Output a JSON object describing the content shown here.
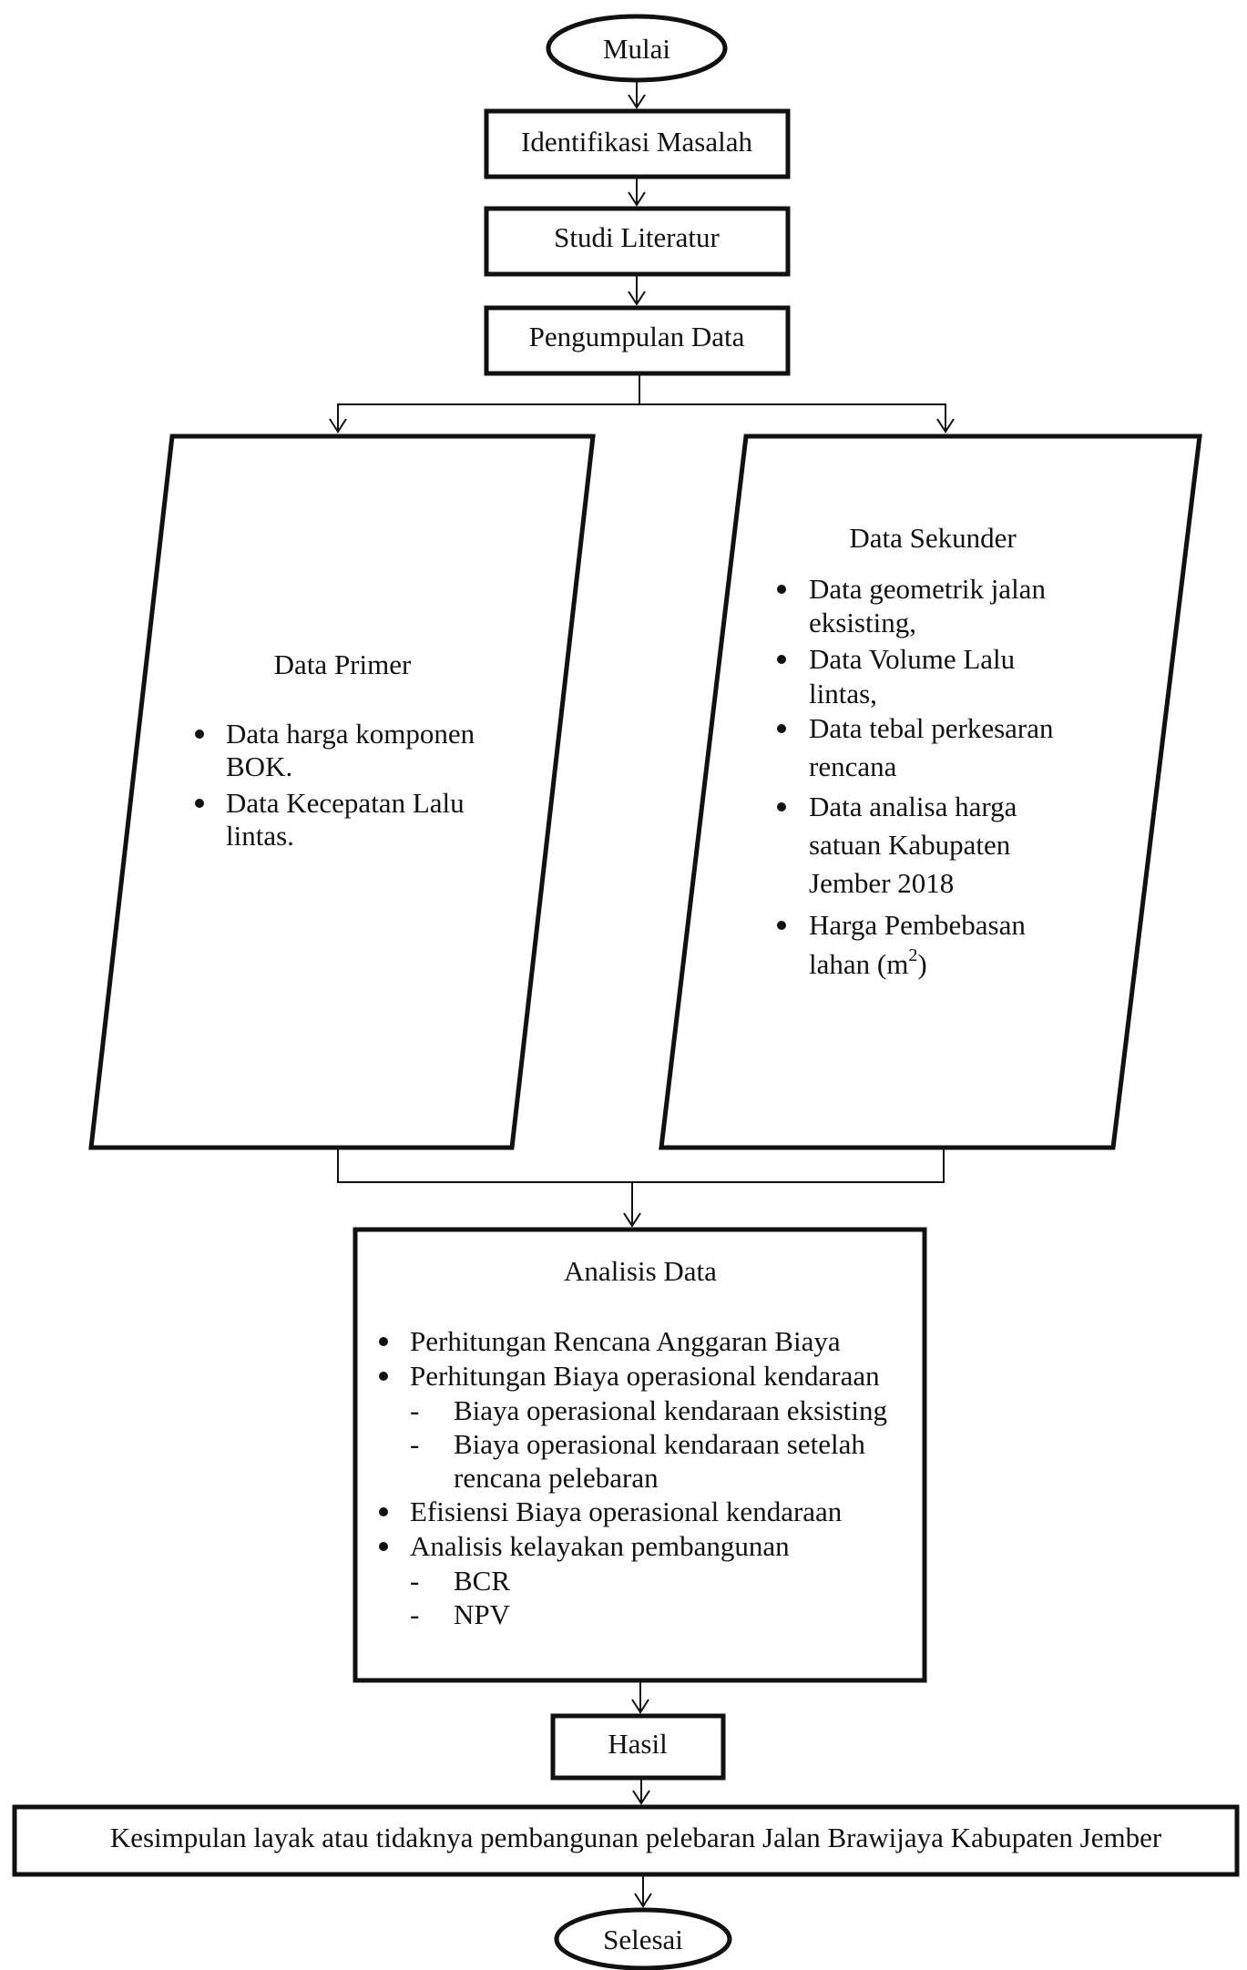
{
  "nodes": {
    "start": "Mulai",
    "identify": "Identifikasi Masalah",
    "literature": "Studi Literatur",
    "collect": "Pengumpulan Data",
    "primary": {
      "title": "Data Primer",
      "items": [
        [
          "Data harga komponen",
          "BOK."
        ],
        [
          "Data Kecepatan Lalu",
          "lintas."
        ]
      ]
    },
    "secondary": {
      "title": "Data Sekunder",
      "items": [
        [
          "Data geometrik jalan",
          "eksisting,"
        ],
        [
          "Data Volume Lalu",
          "lintas,"
        ],
        [
          "Data tebal perkesaran",
          "rencana"
        ],
        [
          "Data analisa harga",
          "satuan Kabupaten",
          "Jember 2018"
        ],
        [
          "Harga Pembebasan",
          "lahan (m",
          "2",
          ")"
        ]
      ]
    },
    "analysis": {
      "title": "Analisis Data",
      "items": [
        {
          "text": "Perhitungan Rencana Anggaran Biaya",
          "sub": []
        },
        {
          "text": "Perhitungan Biaya operasional kendaraan",
          "sub": [
            [
              "Biaya operasional kendaraan eksisting"
            ],
            [
              "Biaya operasional kendaraan setelah",
              "rencana pelebaran"
            ]
          ]
        },
        {
          "text": "Efisiensi  Biaya operasional kendaraan",
          "sub": []
        },
        {
          "text": "Analisis kelayakan pembangunan",
          "sub": [
            [
              "BCR"
            ],
            [
              "NPV"
            ]
          ]
        }
      ]
    },
    "result": "Hasil",
    "conclusion": "Kesimpulan layak atau tidaknya pembangunan pelebaran Jalan Brawijaya Kabupaten Jember",
    "end": "Selesai"
  }
}
